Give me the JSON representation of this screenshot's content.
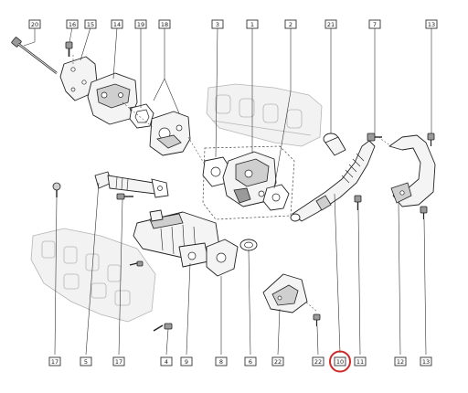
{
  "diagram": {
    "callouts_top": [
      "20",
      "16",
      "15",
      "14",
      "19",
      "18",
      "3",
      "1",
      "2",
      "21",
      "7",
      "13"
    ],
    "callouts_bottom": [
      "17",
      "5",
      "17",
      "4",
      "9",
      "8",
      "6",
      "22",
      "22",
      "10",
      "11",
      "12",
      "13"
    ],
    "highlighted_callout": "10",
    "highlight_color": "#cc2a2a",
    "line_color": "#222222"
  }
}
